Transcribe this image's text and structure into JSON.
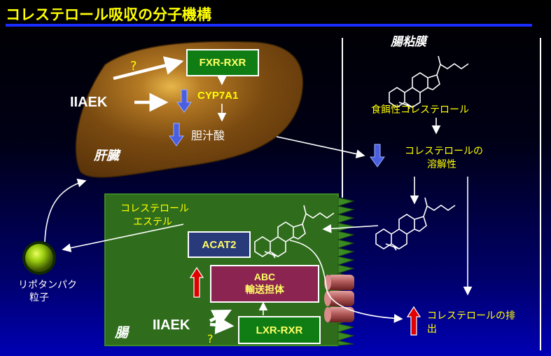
{
  "title": "コレステロール吸収の分子機構",
  "liver": {
    "label": "肝臓",
    "question_mark": "?",
    "iiaek": "IIAEK",
    "fxr_rxr": "FXR-RXR",
    "cyp7a1": "CYP7A1",
    "bile_acid": "胆汁酸"
  },
  "mucosa": {
    "label": "腸粘膜",
    "dietary_cholesterol": "食餌性コレステロール",
    "solubility": [
      "コレステロールの",
      "溶解性"
    ],
    "excretion": [
      "コレステロールの排",
      "出"
    ]
  },
  "intestine": {
    "label": "腸",
    "ester": [
      "コレステロール",
      "エステル"
    ],
    "acat2": "ACAT2",
    "abc": [
      "ABC",
      "輸送担体"
    ],
    "lxr_rxr": "LXR-RXR",
    "iiaek": "IIAEK",
    "question_mark": "?"
  },
  "lipoprotein": [
    "リポタンパク",
    "粒子"
  ],
  "colors": {
    "title": "#ffff00",
    "liver": "#7a4a10",
    "intestine": "#2e6e1a",
    "fxr_box": "#0f7d14",
    "acat2_box": "#283a7a",
    "abc_box": "#8b2450",
    "down_arrow": "#4a5fe0",
    "up_arrow": "#e00000"
  },
  "icons": [
    "down-arrow-icon",
    "up-arrow-icon",
    "cholesterol-structure-icon",
    "lipoprotein-sphere-icon",
    "transporter-cylinder-icon"
  ]
}
